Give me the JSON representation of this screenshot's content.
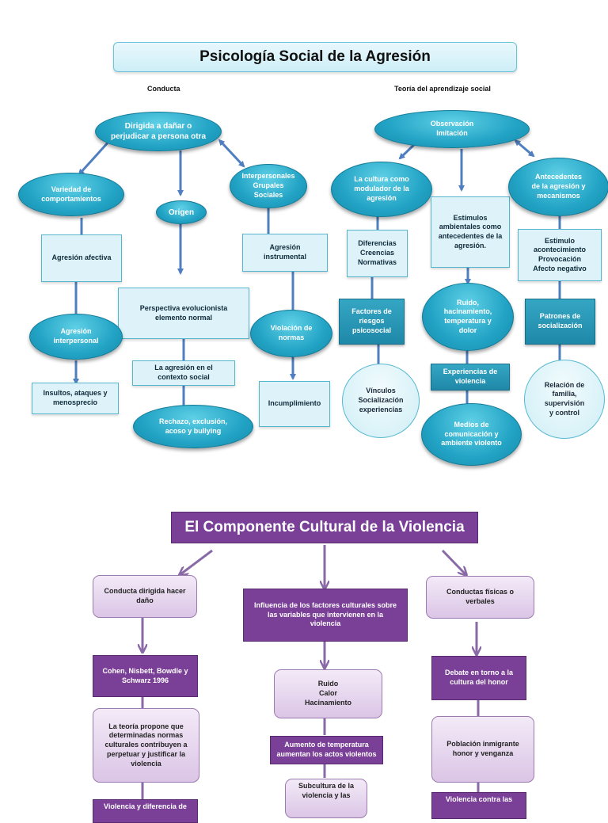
{
  "map1": {
    "title": "Psicología Social de la Agresión",
    "label_left": "Conducta",
    "label_right": "Teoría del aprendizaje social",
    "left": {
      "top_oval": "Dirigida a dañar o\nperjudicar a persona otra",
      "variedad": "Variedad de\ncomportamientos",
      "origen": "Origen",
      "interpersonales": "Interpersonales\nGrupales\nSociales",
      "agresion_afectiva": "Agresión afectiva",
      "agresion_instrumental": "Agresión\ninstrumental",
      "perspectiva": "Perspectiva evolucionista\nelemento normal",
      "agresion_interpersonal": "Agresión\ninterpersonal",
      "violacion_normas": "Violación de\nnormas",
      "contexto_social": "La agresión en el\ncontexto social",
      "insultos": "Insultos, ataques y\nmenosprecio",
      "incumplimiento": "Incumplimiento",
      "rechazo": "Rechazo, exclusión,\nacoso y  bullying"
    },
    "right": {
      "top_oval": "Observación\nImitación",
      "cultura": "La cultura como\nmodulador de la\nagresión",
      "estimulos": "Estímulos\nambientales como\nantecedentes de la\nagresión.",
      "antecedentes": "Antecedentes\nde la agresión y\nmecanismos",
      "diferencias": "Diferencias\nCreencias\nNormativas",
      "estimulo_acontecimiento": "Estimulo\nacontecimiento\nProvocación\nAfecto negativo",
      "ruido": "Ruido,\nhacinamiento,\ntemperatura y\ndolor",
      "factores_riesgo": "Factores de\nriesgos\npsicosocial",
      "patrones": "Patrones de\nsocialización",
      "experiencias": "Experiencias de\nviolencia",
      "vinculos": "Vínculos\nSocialización\nexperiencias",
      "relacion": "Relación de\nfamilia,\nsupervisión\ny control",
      "medios": "Medios de\ncomunicación y\nambiente violento"
    }
  },
  "map2": {
    "title": "El Componente Cultural de la Violencia",
    "left": {
      "conducta": "Conducta dirigida hacer\ndaño",
      "cohen": "Cohen, Nisbett, Bowdle y\nSchwarz 1996",
      "teoria": "La teoría propone que\ndeterminadas normas\nculturales contribuyen a\nperpetuar  y justificar la\nviolencia",
      "violencia_diferencia": "Violencia y diferencia de"
    },
    "center": {
      "influencia": "Influencia de los factores  culturales sobre\nlas variables que intervienen en la\nviolencia",
      "ruido_calor": "Ruido\nCalor\nHacinamiento",
      "aumento": "Aumento de temperatura\naumentan los actos violentos",
      "subcultura": "Subcultura de la\nviolencia y las"
    },
    "right": {
      "conductas": "Conductas físicas o\nverbales",
      "debate": "Debate en torno a la\ncultura del honor",
      "poblacion": "Población inmigrante\nhonor y venganza",
      "violencia_contra": "Violencia contra las"
    }
  },
  "colors": {
    "teal_oval": "#22a3c5",
    "teal_box_dark": "#1f88a8",
    "teal_box_light": "#ddf3f9",
    "arrow_blue": "#4f7fc0",
    "purple_dark": "#7a3f96",
    "purple_light": "#dbc5e6",
    "arrow_purple": "#8a6aa6"
  }
}
